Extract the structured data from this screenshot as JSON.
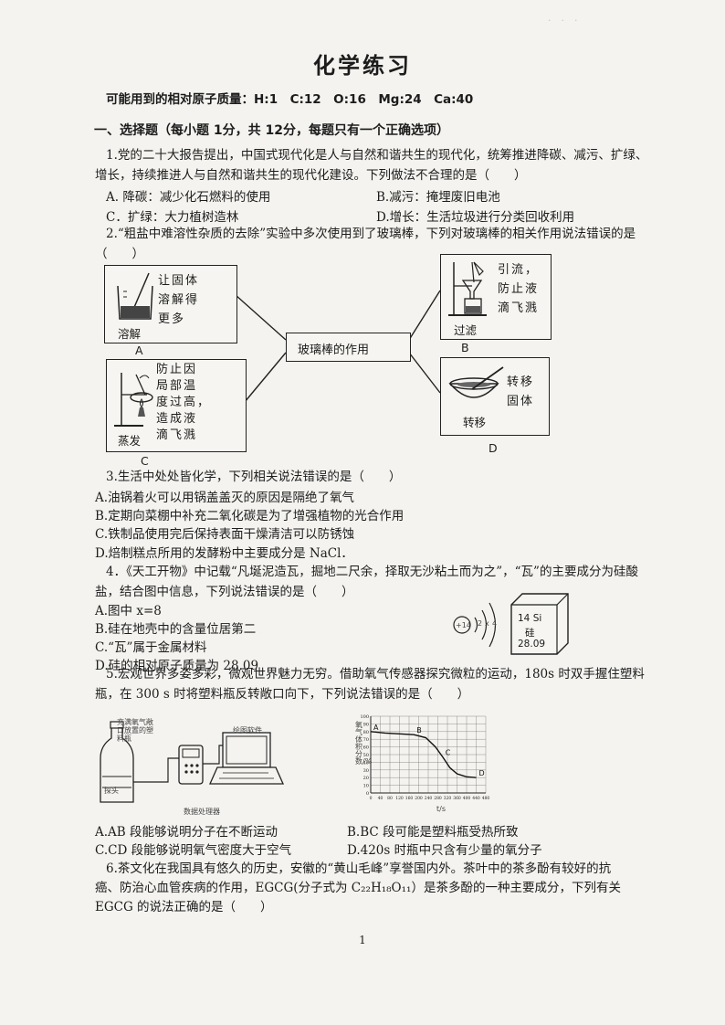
{
  "title": "化学练习",
  "atomic_masses": "可能用到的相对原子质量：H:1　C:12　O:16　Mg:24　Ca:40",
  "section": "一、选择题（每小题 1分，共 12分，每题只有一个正确选项）",
  "q1": {
    "line1": "1.党的二十大报告提出，中国式现代化是人与自然和谐共生的现代化，统筹推进降碳、减污、扩绿、",
    "line2": "增长，持续推进人与自然和谐共生的现代化建设。下列做法不合理的是（　　）",
    "A": "A. 降碳：减少化石燃料的使用",
    "B": "B.减污：掩埋废旧电池",
    "C": "C．扩绿：大力植树造林",
    "D": "D.增长：生活垃圾进行分类回收利用"
  },
  "q2": {
    "line1": "2.“粗盐中难溶性杂质的去除”实验中多次使用到了玻璃棒，下列对玻璃棒的相关作用说法错误的是",
    "line2": "（　　）",
    "center": "玻璃棒的作用",
    "A_text": [
      "让固体",
      "溶解得",
      "更多"
    ],
    "A_label": "溶解",
    "A_letter": "A",
    "B_text": [
      "引流，",
      "防止液",
      "滴飞溅"
    ],
    "B_label": "过滤",
    "B_letter": "B",
    "C_text": [
      "防止因",
      "局部温",
      "度过高，",
      "造成液",
      "滴飞溅"
    ],
    "C_label": "蒸发",
    "C_letter": "C",
    "D_text": [
      "转移",
      "固体"
    ],
    "D_label": "转移",
    "D_letter": "D"
  },
  "q3": {
    "stem": "3.生活中处处皆化学，下列相关说法错误的是（　　）",
    "A": "A.油锅着火可以用锅盖盖灭的原因是隔绝了氧气",
    "B": "B.定期向菜棚中补充二氧化碳是为了增强植物的光合作用",
    "C": "C.铁制品使用完后保持表面干燥清洁可以防锈蚀",
    "D": "D.焙制糕点所用的发酵粉中主要成分是 NaCl．"
  },
  "q4": {
    "line1": "4．《天工开物》中记载“凡埏泥造瓦，掘地二尺余，择取无沙粘土而为之”，“瓦”的主要成分为硅酸",
    "line2": "盐，结合图中信息，下列说法错误的是（　　）",
    "A": "A.图中 x=8",
    "B": "B.硅在地壳中的含量位居第二",
    "C": "C.“瓦”属于金属材料",
    "D": "D.硅的相对原子质量为 28.09",
    "atom_nucleus": "+14",
    "shell1": "2",
    "shell2": "x",
    "shell3": "4",
    "element_number": "14",
    "element_symbol": "Si",
    "element_name": "硅",
    "element_mass": "28.09"
  },
  "q5": {
    "line1": "5.宏观世界多姿多彩，微观世界魅力无穷。借助氧气传感器探究微粒的运动，180s 时双手握住塑料",
    "line2": "瓶，在 300 s 时将塑料瓶反转敞口向下，下列说法错误的是（　　）",
    "bottle_label": "充满氧气敞口放置的塑料瓶",
    "probe_label": "探头",
    "processor_label": "数据处理器",
    "software_label": "绘图软件",
    "A": "A.AB 段能够说明分子在不断运动",
    "B": "B.BC 段可能是塑料瓶受热所致",
    "C": "C.CD 段能够说明氧气密度大于空气",
    "D": "D.420s 时瓶中只含有少量的氧分子"
  },
  "q6": {
    "line1": "6.茶文化在我国具有悠久的历史，安徽的“黄山毛峰”享誉国内外。茶叶中的茶多酚有较好的抗",
    "line2": "癌、防治心血管疾病的作用，EGCG(分子式为 C₂₂H₁₈O₁₁）是茶多酚的一种主要成分，下列有关",
    "line3": "EGCG 的说法正确的是（　　）"
  },
  "chart_data": {
    "type": "line",
    "xlabel": "t/s",
    "ylabel": "氧气体积分数/%",
    "ylim": [
      0,
      100
    ],
    "xlim": [
      0,
      480
    ],
    "grid": true,
    "x": [
      0,
      60,
      120,
      180,
      230,
      270,
      300,
      330,
      360,
      400,
      440
    ],
    "y": [
      80,
      78,
      77,
      76,
      72,
      60,
      47,
      33,
      25,
      21,
      20
    ],
    "point_labels": [
      {
        "label": "A",
        "x": 0,
        "y": 80
      },
      {
        "label": "B",
        "x": 180,
        "y": 76
      },
      {
        "label": "C",
        "x": 300,
        "y": 47
      },
      {
        "label": "D",
        "x": 440,
        "y": 20
      }
    ]
  },
  "page_number": "1"
}
